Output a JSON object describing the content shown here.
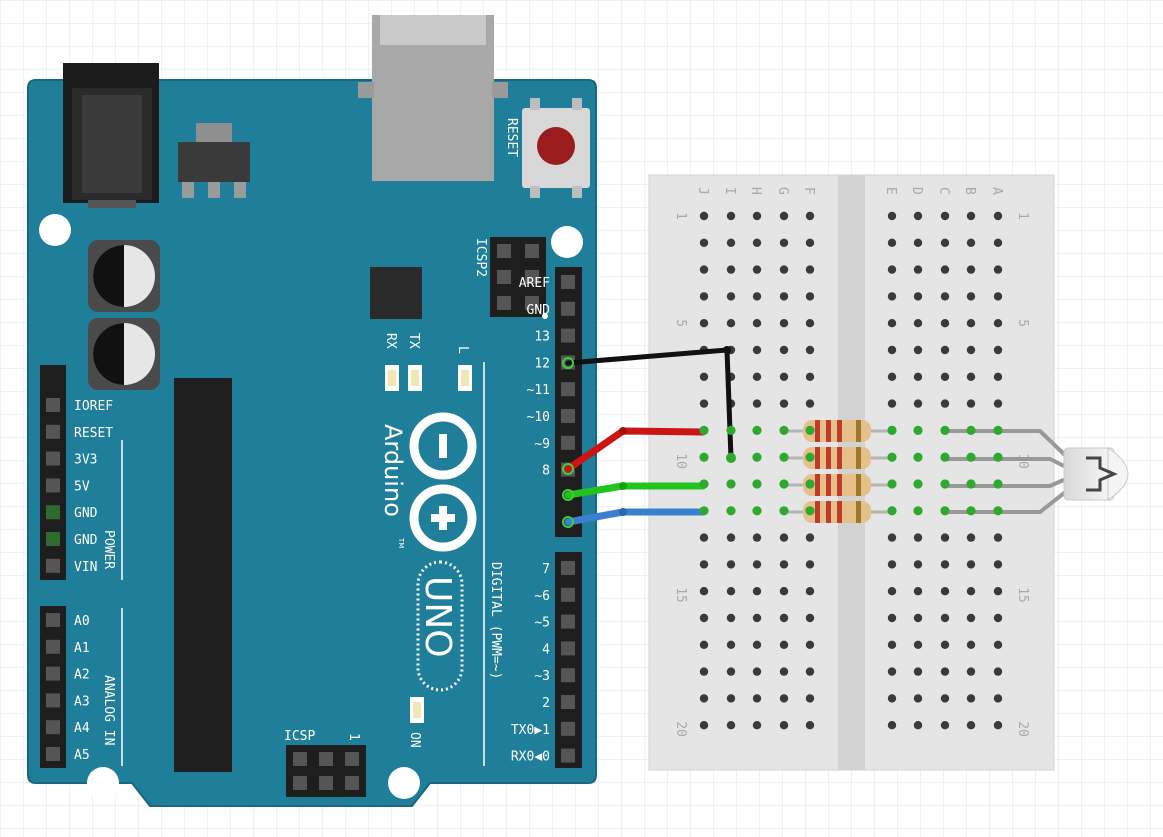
{
  "board": {
    "name": "Arduino",
    "model": "UNO",
    "trademark": "TM",
    "reset_label": "RESET",
    "icsp2_label": "ICSP2",
    "icsp_label": "ICSP",
    "icsp_pin1": "1",
    "led_rx": "RX",
    "led_tx": "TX",
    "led_l": "L",
    "led_on": "ON",
    "power_title": "POWER",
    "analog_title": "ANALOG IN",
    "digital_title": "DIGITAL (PWM=~)",
    "power_pins": [
      "IOREF",
      "RESET",
      "3V3",
      "5V",
      "GND",
      "GND",
      "VIN"
    ],
    "analog_pins": [
      "A0",
      "A1",
      "A2",
      "A3",
      "A4",
      "A5"
    ],
    "digital_top": [
      "AREF",
      "GND",
      "13",
      "12",
      "~11",
      "~10",
      "~9",
      "8"
    ],
    "digital_bottom": [
      "7",
      "~6",
      "~5",
      "4",
      "~3",
      "2",
      "TX0▶1",
      "RX0◀0"
    ]
  },
  "breadboard": {
    "rows_left": [
      "J",
      "I",
      "H",
      "G",
      "F"
    ],
    "rows_right": [
      "E",
      "D",
      "C",
      "B",
      "A"
    ],
    "row_numbers": [
      "1",
      "5",
      "10",
      "15",
      "20"
    ]
  },
  "colors": {
    "board": "#1f7e99",
    "wire_gnd": "#1a1a1a",
    "wire_red": "#cc1414",
    "wire_green": "#22c41d",
    "wire_blue": "#3b7fd1",
    "resistor_body": "#e6c089",
    "resistor_band": "#c0392b",
    "breadboard": "#e5e5e5"
  }
}
